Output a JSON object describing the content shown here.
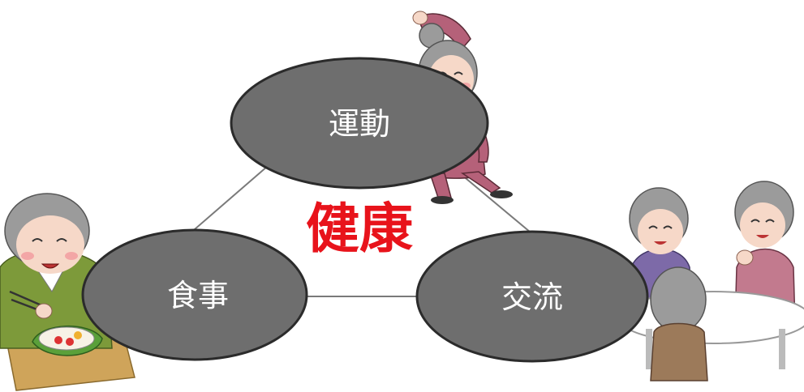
{
  "diagram": {
    "center": {
      "text": "健康",
      "color": "#e8131b"
    },
    "nodes": {
      "top": {
        "label": "運動"
      },
      "left": {
        "label": "食事"
      },
      "right": {
        "label": "交流"
      }
    },
    "colors": {
      "node_fill": "#6e6e6e",
      "node_stroke": "#2b2b2b",
      "edge": "#7a7a7a"
    },
    "illustrations": [
      {
        "name": "elderly-woman-stretching",
        "description_icon": "exercise-illustration"
      },
      {
        "name": "elderly-man-eating-bento",
        "description_icon": "meal-illustration"
      },
      {
        "name": "elderly-women-chatting-at-table",
        "description_icon": "social-illustration"
      }
    ]
  }
}
